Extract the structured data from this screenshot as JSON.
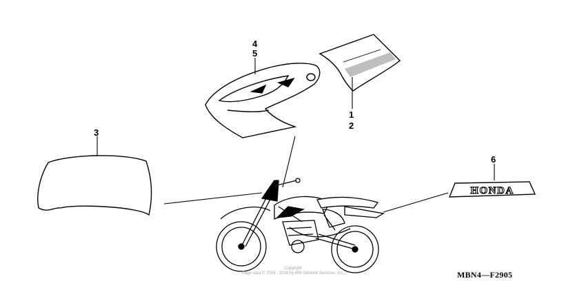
{
  "diagram": {
    "callouts": [
      {
        "id": "4",
        "label": "4"
      },
      {
        "id": "5",
        "label": "5"
      },
      {
        "id": "1",
        "label": "1"
      },
      {
        "id": "2",
        "label": "2"
      },
      {
        "id": "3",
        "label": "3"
      },
      {
        "id": "6",
        "label": "6"
      }
    ],
    "emblem_text": "HONDA",
    "diagram_code": "MBN4—F2905",
    "copyright_line1": "Copyright",
    "copyright_line2": "Page data © 2004 - 2016 by ARI Network Services, Inc."
  },
  "colors": {
    "line": "#000000",
    "decal_fill": "#ffffff",
    "watermark": "#a6a6a6"
  }
}
